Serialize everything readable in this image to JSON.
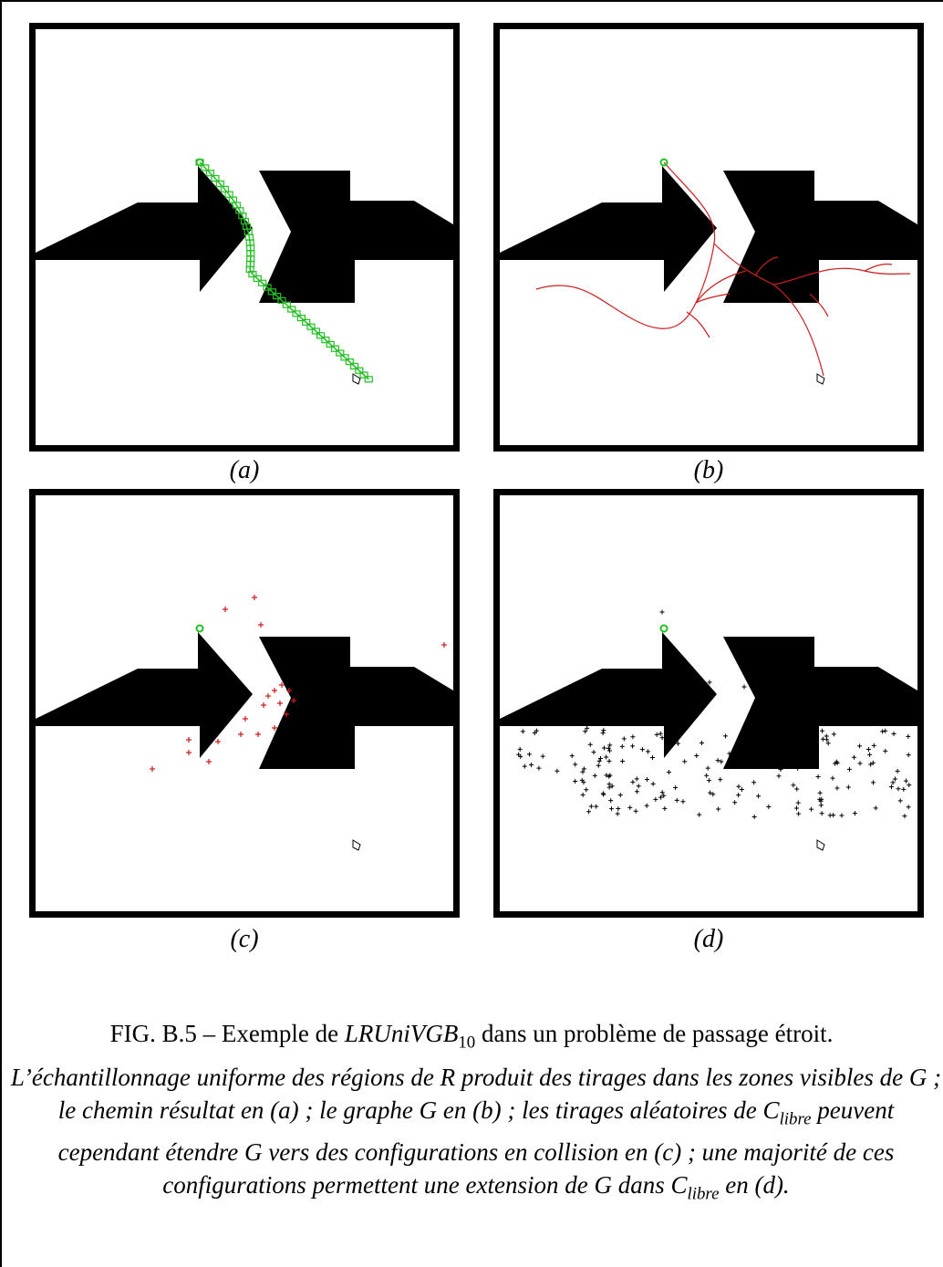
{
  "panels": [
    {
      "id": "a",
      "label": "(a)",
      "content": "path"
    },
    {
      "id": "b",
      "label": "(b)",
      "content": "graph"
    },
    {
      "id": "c",
      "label": "(c)",
      "content": "samples-red"
    },
    {
      "id": "d",
      "label": "(d)",
      "content": "samples-black"
    }
  ],
  "colors": {
    "obstacle": "#000000",
    "path": "#22c022",
    "graph": "#cc1f1f",
    "samples_red": "#cc1f1f",
    "samples_black": "#000000",
    "start": "#22c022"
  },
  "caption": {
    "prefix": "FIG. B.5 – Exemple de ",
    "algo_main": "LRUniVGB",
    "algo_sub": "10",
    "suffix": " dans un problème de passage étroit."
  },
  "caption_body": {
    "part1": "L’échantillonnage uniforme des régions de ",
    "symbol_R": "R",
    "part2": " produit des tirages dans les zones visibles de ",
    "G": "G",
    "part3": " ; le chemin résultat en (a) ; le graphe ",
    "part4": " en (b) ; les tirages aléatoires de ",
    "C_main": "C",
    "C_sub": "libre",
    "part5": " peuvent cependant étendre ",
    "part6": " vers des configurations en collision en (c) ; une majorité de ces configurations permettent une extension de ",
    "part7": " dans ",
    "part8": " en (d)."
  }
}
